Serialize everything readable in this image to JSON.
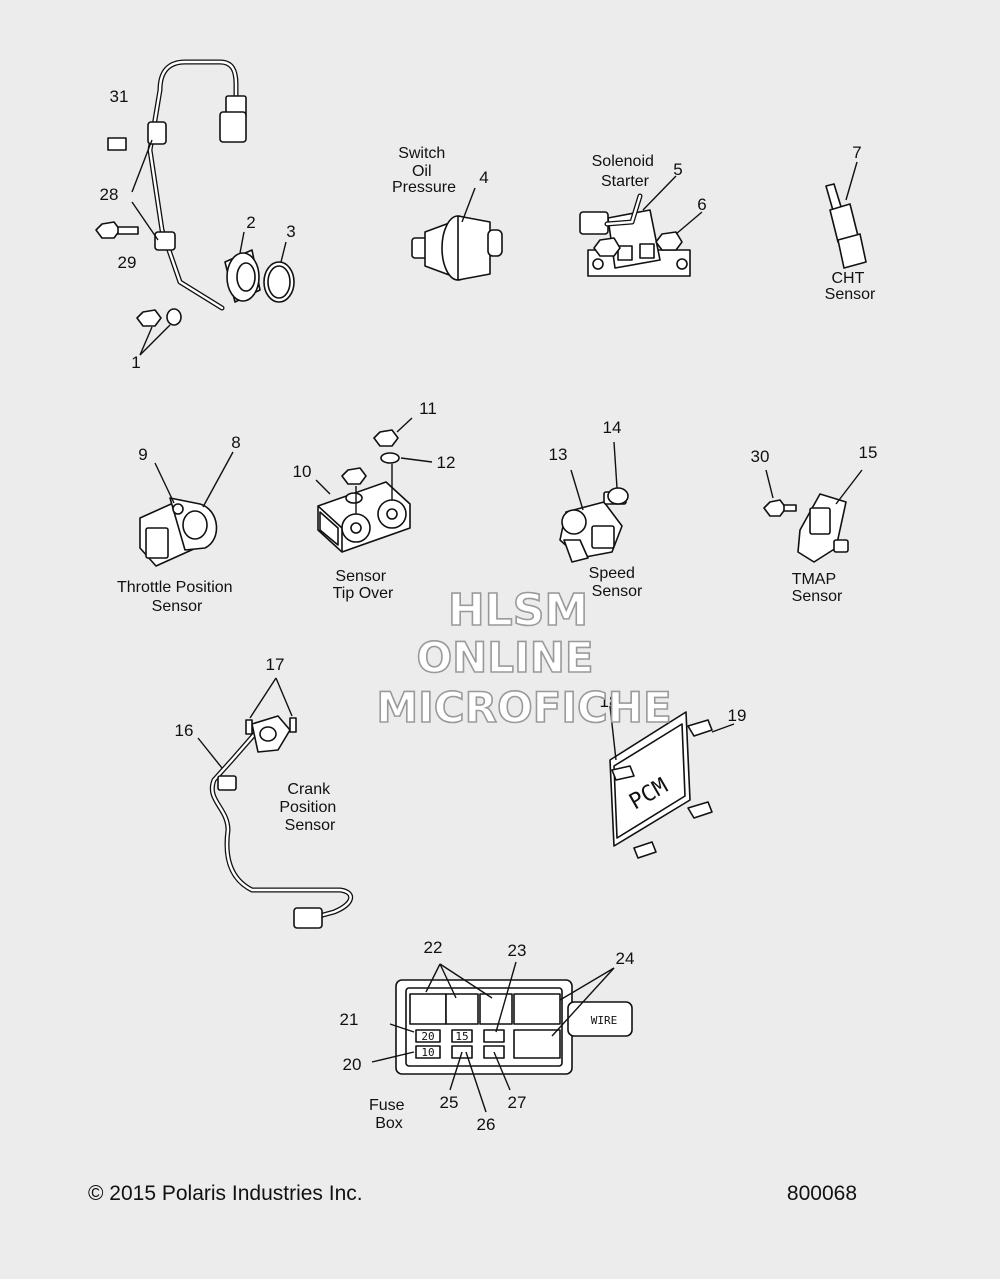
{
  "watermark": {
    "line1": "HLSM",
    "line2": "ONLINE",
    "line3": "MICROFICHE"
  },
  "labels": {
    "switch_oil_pressure": [
      "Switch",
      "Oil",
      "Pressure"
    ],
    "solenoid_starter": [
      "Solenoid",
      "Starter"
    ],
    "cht_sensor": [
      "CHT",
      "Sensor"
    ],
    "throttle_position_sensor": [
      "Throttle Position",
      "Sensor"
    ],
    "sensor_tip_over": [
      "Sensor",
      "Tip Over"
    ],
    "speed_sensor": [
      "Speed",
      "Sensor"
    ],
    "tmap_sensor": [
      "TMAP",
      "Sensor"
    ],
    "crank_position_sensor": [
      "Crank",
      "Position",
      "Sensor"
    ],
    "fuse_box": [
      "Fuse",
      "Box"
    ]
  },
  "callouts": [
    "1",
    "2",
    "3",
    "4",
    "5",
    "6",
    "7",
    "8",
    "9",
    "10",
    "11",
    "12",
    "13",
    "14",
    "15",
    "16",
    "17",
    "18",
    "19",
    "20",
    "21",
    "22",
    "23",
    "24",
    "25",
    "26",
    "27",
    "28",
    "29",
    "30",
    "31"
  ],
  "markings": {
    "pcm": "PCM",
    "wire": "WIRE",
    "fuse_20": "20",
    "fuse_10": "10",
    "fuse_15": "15"
  },
  "footer": {
    "copyright": "© 2015 Polaris Industries Inc.",
    "diagram_number": "800068"
  }
}
